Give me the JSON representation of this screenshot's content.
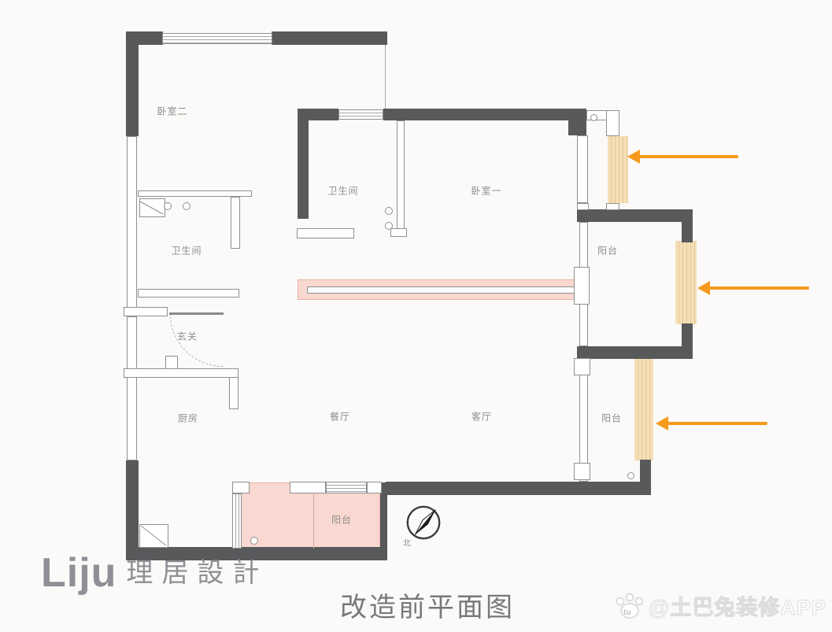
{
  "colors": {
    "wall_dark": "#58595b",
    "wall_line": "#8f8f8f",
    "highlight_pink": "#f8d8d0",
    "pink_border": "#edafa4",
    "highlight_beige": "#f4dfb8",
    "beige_line": "#e7c995",
    "arrow_orange": "#f59a1d",
    "label_gray": "#8e8e8e",
    "logo_gray": "#8f9095",
    "title_gray": "#77787a",
    "watermark_stroke": "#dcdcdc"
  },
  "plan": {
    "room_labels": [
      {
        "id": "bedroom-2",
        "text": "卧室二"
      },
      {
        "id": "bathroom-master",
        "text": "卫生间"
      },
      {
        "id": "bedroom-1",
        "text": "卧室一"
      },
      {
        "id": "balcony-east-mid",
        "text": "阳台"
      },
      {
        "id": "bathroom-left",
        "text": "卫生间"
      },
      {
        "id": "entry",
        "text": "玄关"
      },
      {
        "id": "kitchen",
        "text": "厨房"
      },
      {
        "id": "dining",
        "text": "餐厅"
      },
      {
        "id": "living",
        "text": "客厅"
      },
      {
        "id": "balcony-east-lower",
        "text": "阳台"
      },
      {
        "id": "balcony-south",
        "text": "阳台"
      }
    ],
    "compass": {
      "label": "北"
    }
  },
  "branding": {
    "logo_latin": "Liju",
    "logo_cjk": "理居設計"
  },
  "caption": "改造前平面图",
  "watermark": {
    "icon_label": "tu",
    "text": "@土巴兔装修APP"
  }
}
